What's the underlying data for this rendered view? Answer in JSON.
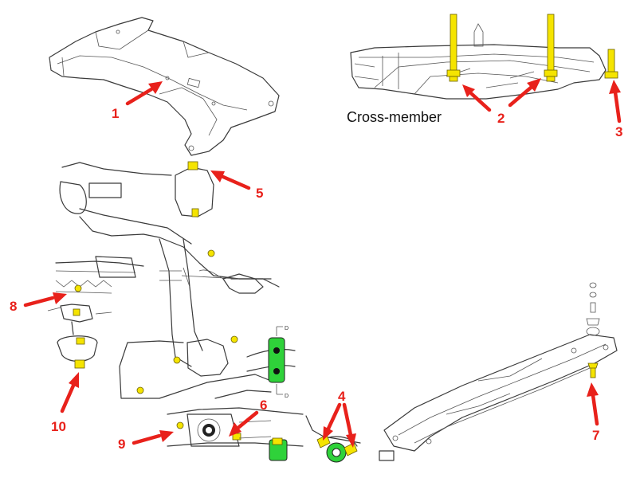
{
  "caption": "Cross-member",
  "callouts": [
    {
      "id": "1",
      "label": "1"
    },
    {
      "id": "2",
      "label": "2"
    },
    {
      "id": "3",
      "label": "3"
    },
    {
      "id": "4",
      "label": "4"
    },
    {
      "id": "5",
      "label": "5"
    },
    {
      "id": "6",
      "label": "6"
    },
    {
      "id": "7",
      "label": "7"
    },
    {
      "id": "8",
      "label": "8"
    },
    {
      "id": "9",
      "label": "9"
    },
    {
      "id": "10",
      "label": "10"
    }
  ],
  "small_markers": {
    "d_top": "D",
    "d_bottom": "D"
  },
  "colors": {
    "callout": "#e8211b",
    "bolt": "#f5e400",
    "bushing": "#2fd23a"
  }
}
